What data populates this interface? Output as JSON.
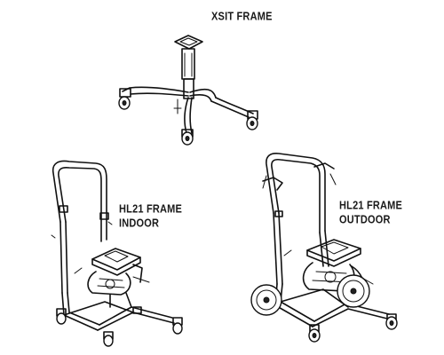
{
  "labels": {
    "xsit": "XSIT FRAME",
    "hl21_indoor_line1": "HL21 FRAME",
    "hl21_indoor_line2": "INDOOR",
    "hl21_outdoor_line1": "HL21 FRAME",
    "hl21_outdoor_line2": "OUTDOOR"
  }
}
